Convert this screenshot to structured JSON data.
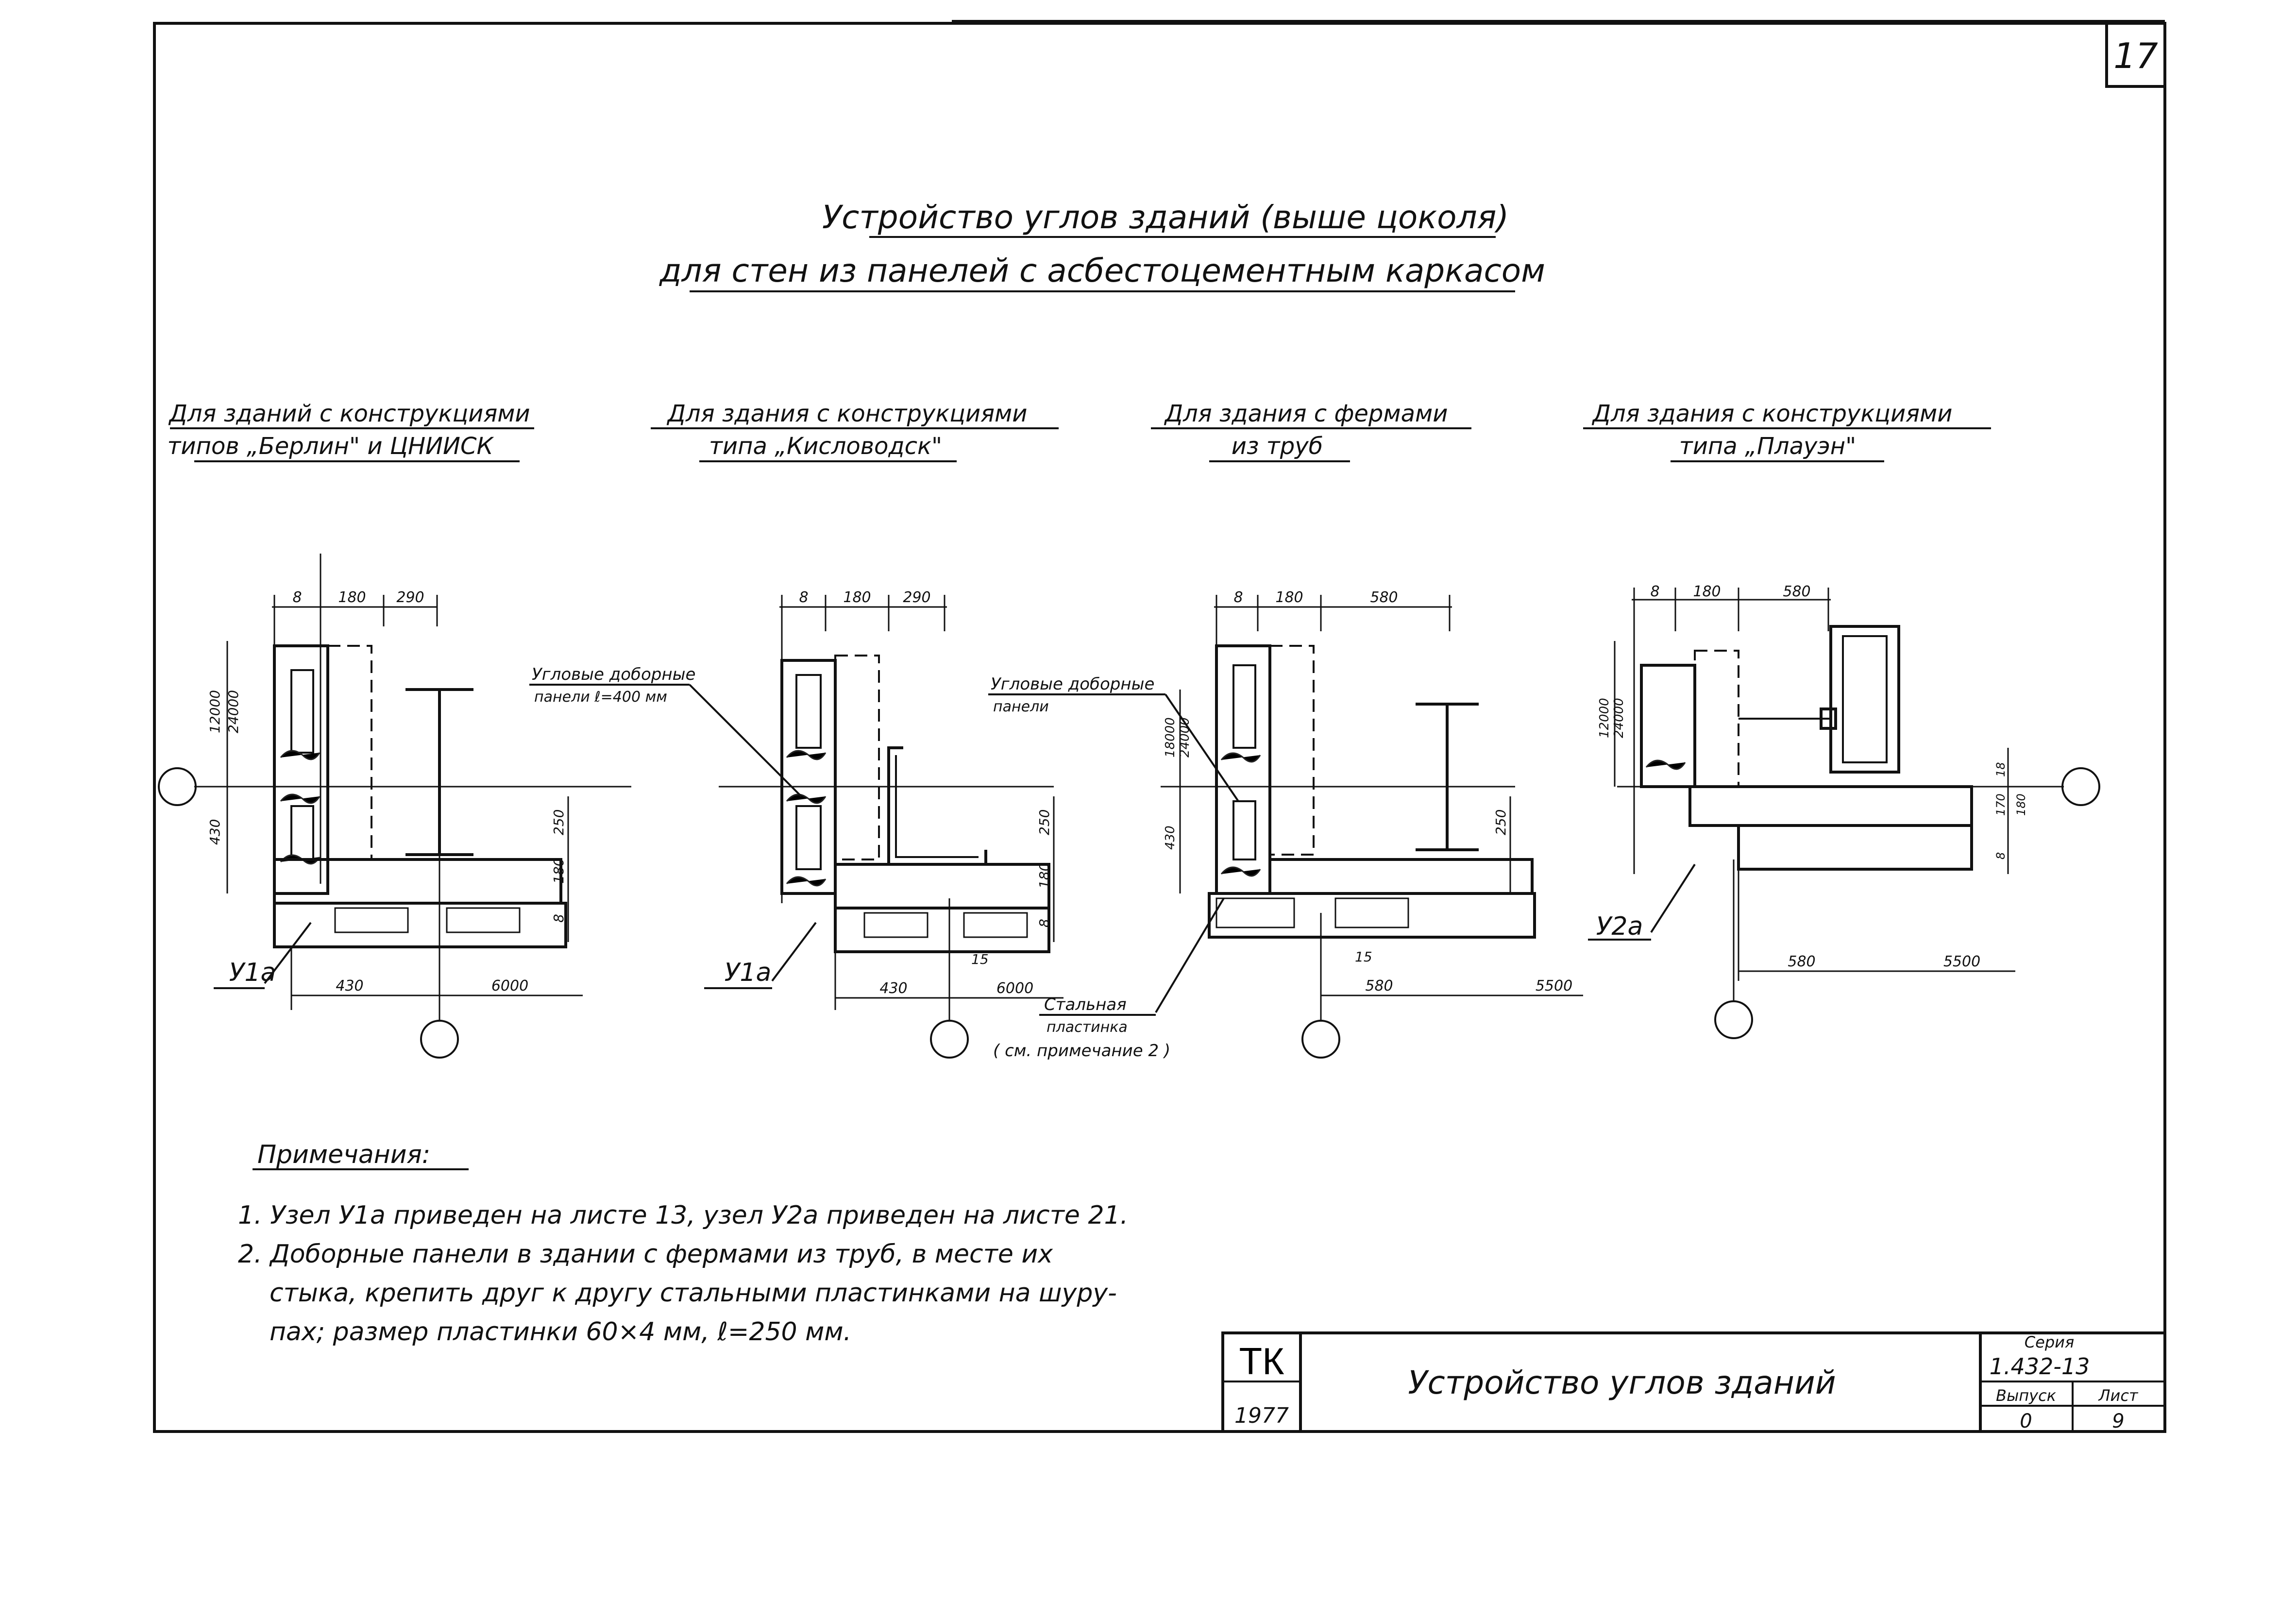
{
  "sheet": {
    "page_number": "17",
    "title_line1": "Устройство углов зданий (выше цоколя)",
    "title_line2": "для стен из панелей с асбестоцементным каркасом"
  },
  "sections": [
    {
      "heading_line1": "Для зданий с конструкциями",
      "heading_line2": "типов „Берлин\" и ЦНИИСК",
      "dims_top": [
        "8",
        "180",
        "290"
      ],
      "dims_side": [
        "12000",
        "24000",
        "430",
        "250",
        "180",
        "8"
      ],
      "dims_bottom": [
        "430",
        "6000"
      ],
      "node_label": "У1а"
    },
    {
      "heading_line1": "Для здания с конструкциями",
      "heading_line2": "типа „Кисловодск\"",
      "dims_top": [
        "8",
        "180",
        "290"
      ],
      "dims_side": [
        "250",
        "180",
        "8"
      ],
      "dims_bottom": [
        "430",
        "6000",
        "15"
      ],
      "node_label": "У1а"
    },
    {
      "heading_line1": "Для здания с фермами",
      "heading_line2": "из труб",
      "dims_top": [
        "8",
        "180",
        "580"
      ],
      "dims_side": [
        "18000",
        "24000",
        "430",
        "250"
      ],
      "dims_bottom": [
        "580",
        "5500",
        "15"
      ]
    },
    {
      "heading_line1": "Для здания с конструкциями",
      "heading_line2": "типа „Плауэн\"",
      "dims_top": [
        "8",
        "180",
        "580"
      ],
      "dims_side": [
        "12000",
        "24000",
        "18",
        "170",
        "180",
        "8"
      ],
      "dims_bottom": [
        "580",
        "5500"
      ],
      "node_label": "У2а"
    }
  ],
  "callouts": {
    "corner_panels_line1": "Угловые доборные",
    "corner_panels_line2": "панели ℓ=400 мм",
    "corner_panels2_line1": "Угловые доборные",
    "corner_panels2_line2": "панели",
    "steel_plate_line1": "Стальная",
    "steel_plate_line2": "пластинка",
    "steel_plate_line3": "( см. примечание 2 )"
  },
  "notes": {
    "heading": "Примечания:",
    "items": [
      "1. Узел У1а приведен на листе 13, узел У2а приведен на листе 21.",
      "2. Доборные панели в здании с фермами из труб, в месте их",
      "стыка, крепить друг к другу стальными пластинками на шуру-",
      "пах; размер пластинки 60×4 мм, ℓ=250 мм."
    ]
  },
  "title_block": {
    "org": "ТК",
    "year": "1977",
    "title": "Устройство углов зданий",
    "series_label": "Серия",
    "series_value": "1.432-13",
    "issue_label": "Выпуск",
    "issue_value": "0",
    "sheet_label": "Лист",
    "sheet_value": "9"
  }
}
